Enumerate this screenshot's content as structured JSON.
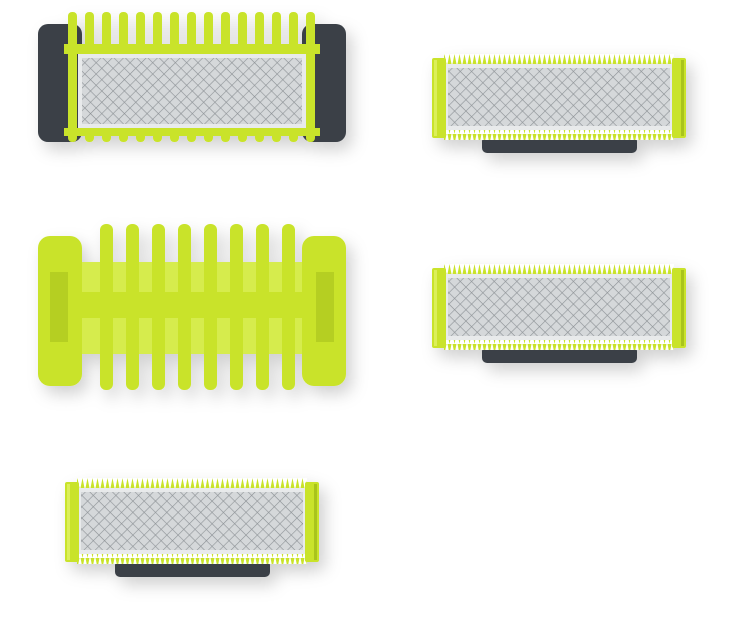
{
  "colors": {
    "lime": "#c9e32c",
    "lime_light": "#dcef5a",
    "lime_dark": "#a9c41c",
    "dark_gray": "#3b4147",
    "metal": "#c9ccce",
    "metal_line": "#8d9296",
    "background": "#ffffff"
  },
  "items": [
    {
      "name": "comb-with-blade"
    },
    {
      "name": "comb"
    },
    {
      "name": "blade"
    },
    {
      "name": "blade"
    },
    {
      "name": "blade"
    }
  ]
}
